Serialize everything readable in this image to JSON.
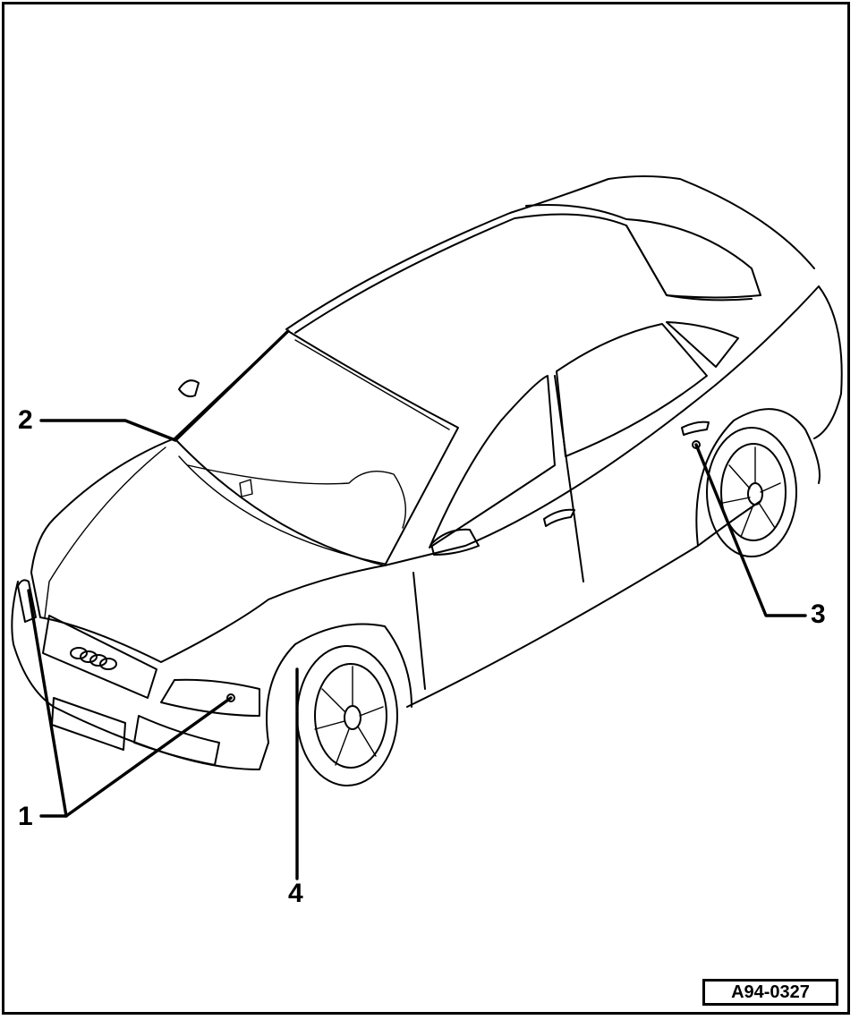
{
  "callouts": {
    "c1": "1",
    "c2": "2",
    "c3": "3",
    "c4": "4"
  },
  "reference_code": "A94-0327",
  "colors": {
    "line": "#000000",
    "background": "#ffffff"
  }
}
